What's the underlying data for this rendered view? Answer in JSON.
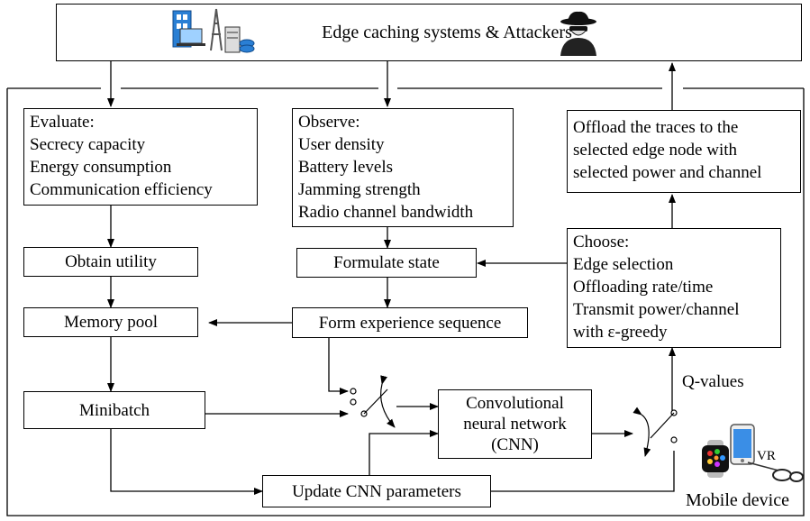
{
  "top": {
    "title": "Edge caching systems & Attackers"
  },
  "evaluate": {
    "lines": [
      "Evaluate:",
      "Secrecy capacity",
      "Energy consumption",
      "Communication efficiency"
    ]
  },
  "observe": {
    "lines": [
      "Observe:",
      "User density",
      "Battery levels",
      "Jamming strength",
      "Radio channel bandwidth"
    ]
  },
  "offload": {
    "lines": [
      "Offload the traces to the",
      "selected edge node with",
      "selected power and channel"
    ]
  },
  "choose": {
    "lines": [
      "Choose:",
      "Edge selection",
      "Offloading rate/time",
      "Transmit power/channel",
      "with ε-greedy"
    ]
  },
  "obtain_utility": "Obtain utility",
  "formulate_state": "Formulate state",
  "memory_pool": "Memory pool",
  "form_experience": "Form experience sequence",
  "minibatch": "Minibatch",
  "cnn": {
    "lines": [
      "Convolutional",
      "neural network",
      "(CNN)"
    ]
  },
  "update_cnn": "Update CNN parameters",
  "q_values": "Q-values",
  "mobile_device": "Mobile device",
  "vr_label": "VR"
}
